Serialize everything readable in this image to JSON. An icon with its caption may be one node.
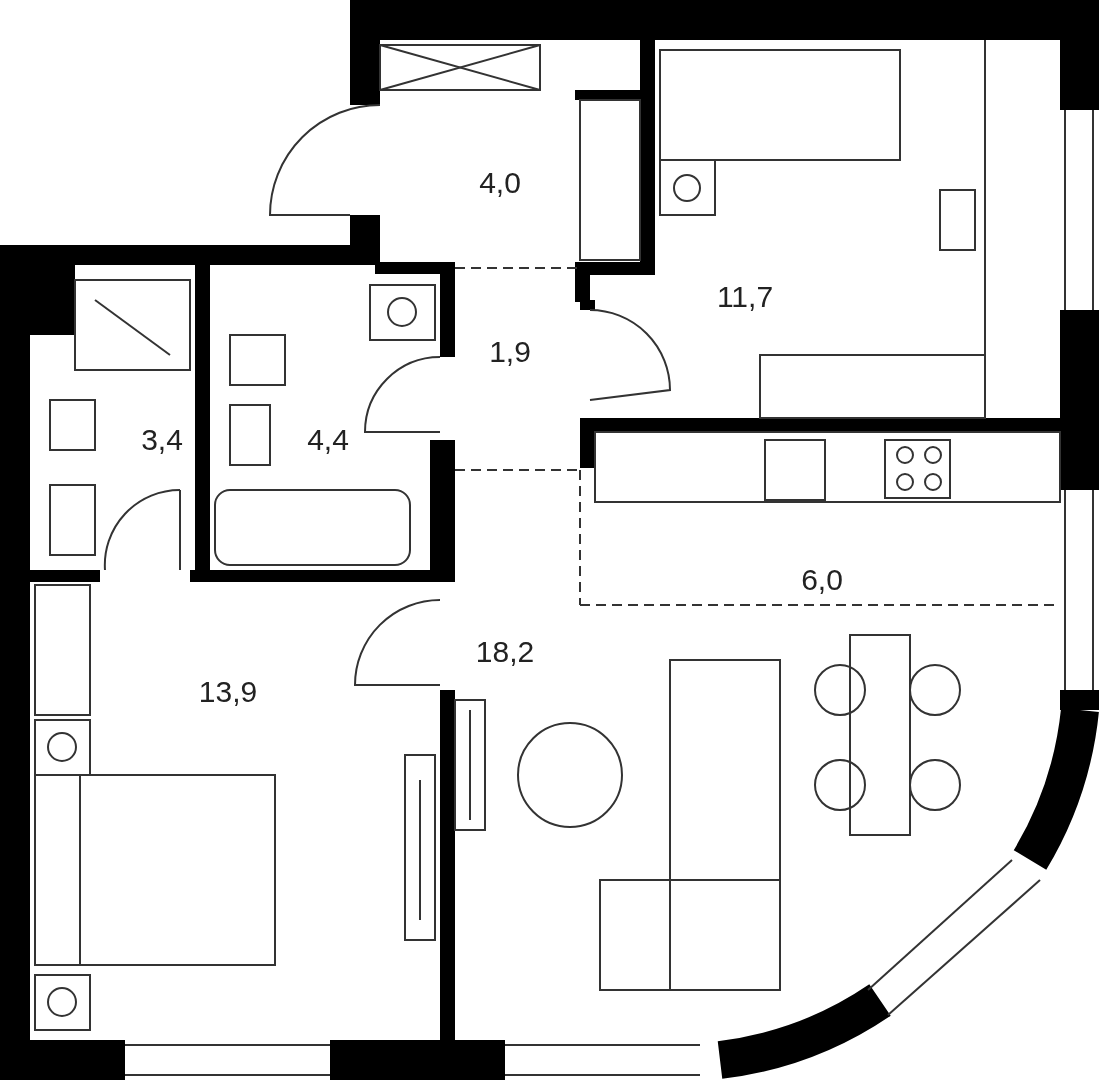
{
  "diagram": {
    "labels": [
      "4,0",
      "11,7",
      "1,9",
      "3,4",
      "4,4",
      "6,0",
      "18,2",
      "13,9"
    ]
  }
}
